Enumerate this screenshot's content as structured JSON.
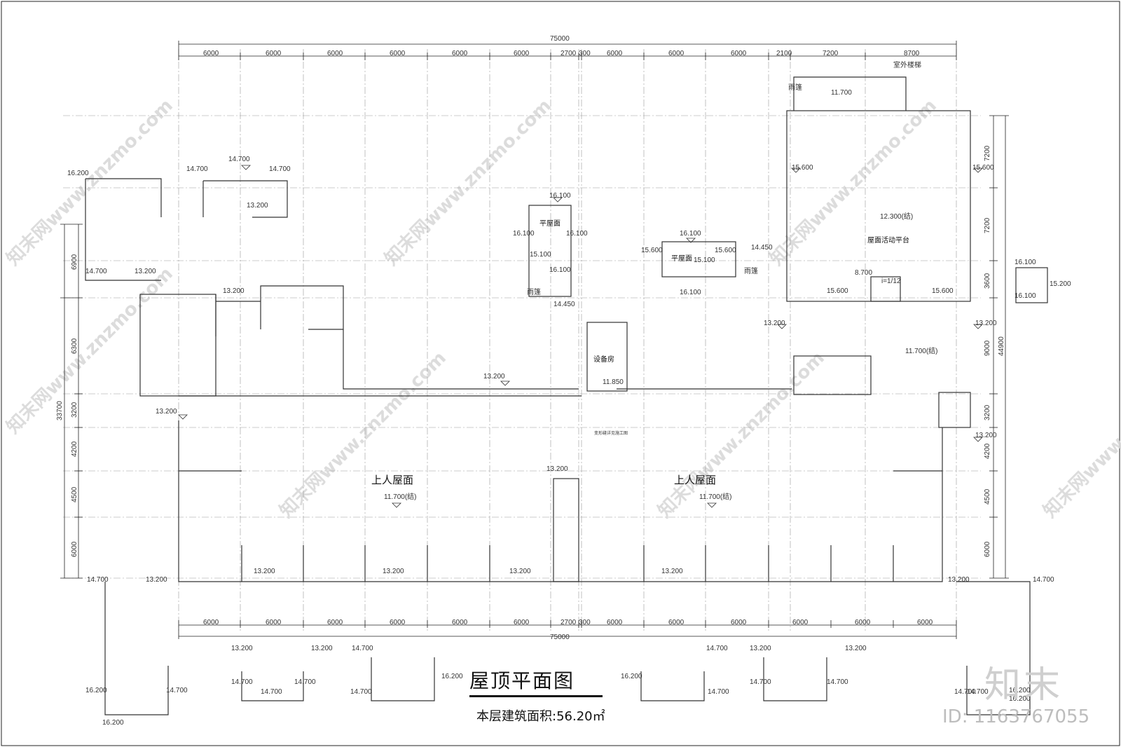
{
  "drawing": {
    "title": "屋顶平面图",
    "area_label": "本层建筑面积:56.20㎡",
    "overall_width": "75000",
    "overall_height": "44900",
    "left_total": "33700"
  },
  "top_dims": [
    "6000",
    "6000",
    "6000",
    "6000",
    "6000",
    "6000",
    "2700",
    "300",
    "6000",
    "6000",
    "6000",
    "2100",
    "7200",
    "8700"
  ],
  "bottom_dims": [
    "6000",
    "6000",
    "6000",
    "6000",
    "6000",
    "6000",
    "2700",
    "300",
    "6000",
    "6000",
    "6000",
    "6000",
    "6000",
    "6000"
  ],
  "left_dims": [
    "6900",
    "6300",
    "3200",
    "4200",
    "4500",
    "6000"
  ],
  "right_dims": [
    "7200",
    "7200",
    "3600",
    "9000",
    "3200",
    "4200",
    "4500",
    "6000"
  ],
  "room_labels": {
    "flat_roof_1": "平屋面",
    "flat_roof_2": "平屋面",
    "equipment_room": "设备房",
    "activity_platform": "屋面活动平台",
    "accessible_roof_left": "上人屋面",
    "accessible_roof_right": "上人屋面",
    "canopy_1": "雨篷",
    "canopy_2": "雨篷",
    "canopy_3": "雨篷",
    "outdoor_stair": "室外楼梯",
    "stair_note": "i=1/12",
    "small_note": "变形缝详见施工图"
  },
  "levels": {
    "l1": "16.200",
    "l2": "14.700",
    "l3": "14.700",
    "l4": "14.700",
    "l5": "13.200",
    "l6": "14.700",
    "l7": "13.200",
    "l8": "13.200",
    "l9": "13.200",
    "l10": "13.200",
    "l11": "11.700(结)",
    "l12": "11.700(结)",
    "l13": "13.200",
    "l14": "11.850",
    "l15": "16.100",
    "l16": "16.100",
    "l17": "16.100",
    "l18": "15.100",
    "l19": "16.100",
    "l20": "14.450",
    "l21": "16.100",
    "l22": "15.600",
    "l23": "15.100",
    "l24": "15.600",
    "l25": "16.100",
    "l26": "14.450",
    "l27": "11.700",
    "l28": "15.600",
    "l29": "15.600",
    "l30": "12.300(结)",
    "l31": "8.700",
    "l32": "15.600",
    "l33": "15.600",
    "l34": "13.200",
    "l35": "11.700(结)",
    "l36": "13.200",
    "l37": "13.200",
    "l38": "16.100",
    "l39": "16.100",
    "l40": "15.200",
    "l41": "14.700",
    "l42": "13.200",
    "l43": "13.200",
    "l44": "13.200",
    "l45": "13.200",
    "l46": "13.200",
    "l47": "14.700",
    "l48": "13.200",
    "l49": "14.700",
    "l50": "16.200",
    "b1": "13.200",
    "b2": "13.200",
    "b3": "14.700",
    "b4": "14.700",
    "b5": "14.700",
    "b6": "16.200",
    "b7": "14.700",
    "b8": "14.700",
    "b9": "16.200",
    "b10": "14.700",
    "b11": "13.200",
    "b12": "14.700",
    "b13": "14.700",
    "b14": "13.200",
    "b15": "14.700",
    "b16": "14.700",
    "b17": "16.200",
    "b18": "14.700",
    "b19": "16.200",
    "b20": "16.200"
  },
  "watermark": {
    "site": "知末网www.znzmo.com",
    "brand": "知末",
    "id": "ID: 1163767055"
  }
}
